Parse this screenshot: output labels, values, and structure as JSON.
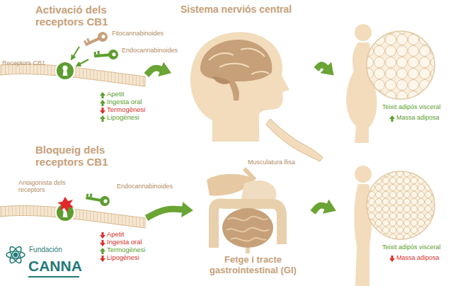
{
  "diagram": {
    "nodes": [
      {
        "text": [
          "Activació dels receptors CB1"
        ]
      },
      {
        "text": [
          "Sistema nerviós central"
        ]
      },
      {
        "text": [
          "Teixit adipós visceral",
          "Massa adiposa"
        ]
      },
      {
        "text": [
          "Bloqueig dels receptors CB1"
        ]
      },
      {
        "text": [
          "Fetge i tracte gastrointestinal (GI)"
        ]
      },
      {
        "text": [
          "Teixit adipós visceral",
          "Massa adiposa"
        ]
      }
    ],
    "edges": [
      {
        "from": 0,
        "to": 1,
        "arrow": "to"
      },
      {
        "from": 1,
        "to": 2,
        "arrow": "to"
      },
      {
        "from": 3,
        "to": 4,
        "arrow": "to"
      },
      {
        "from": 4,
        "to": 5,
        "arrow": "to"
      }
    ],
    "labels": [
      "Fitocannabinoides",
      "Endocannabinoides",
      "Receptors CB1",
      "Apetit",
      "Ingesta oral",
      "Termogènesi",
      "Lipogènesi",
      "Musculatura llisa",
      "Antagonista dels receptors",
      "Endocannabinoides",
      "Apetit",
      "Ingesta oral",
      "Termogènesi",
      "Lipogènesi",
      "Fundación",
      "CANNA"
    ]
  }
}
